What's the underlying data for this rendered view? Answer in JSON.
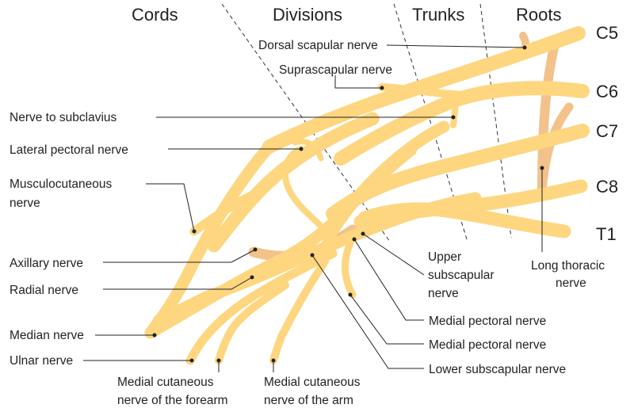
{
  "headers": {
    "cords": "Cords",
    "divisions": "Divisions",
    "trunks": "Trunks",
    "roots": "Roots"
  },
  "roots": {
    "c5": "C5",
    "c6": "C6",
    "c7": "C7",
    "c8": "C8",
    "t1": "T1"
  },
  "labels": {
    "dorsal_scapular": "Dorsal scapular nerve",
    "suprascapular": "Suprascapular nerve",
    "nerve_to_subclavius": "Nerve to subclavius",
    "lateral_pectoral": "Lateral pectoral nerve",
    "musculocutaneous_1": "Musculocutaneous",
    "musculocutaneous_2": "nerve",
    "axillary": "Axillary nerve",
    "radial": "Radial nerve",
    "median": "Median nerve",
    "ulnar": "Ulnar nerve",
    "mc_forearm_1": "Medial cutaneous",
    "mc_forearm_2": "nerve of the forearm",
    "mc_arm_1": "Medial cutaneous",
    "mc_arm_2": "nerve of the arm",
    "upper_subscap_1": "Upper",
    "upper_subscap_2": "subscapular",
    "upper_subscap_3": "nerve",
    "long_thoracic_1": "Long thoracic",
    "long_thoracic_2": "nerve",
    "medial_pectoral_a": "Medial pectoral nerve",
    "medial_pectoral_b": "Medial pectoral nerve",
    "lower_subscap": "Lower subscapular nerve"
  },
  "colors": {
    "nerve": "#fdd67f",
    "nerve_posterior": "#f2c28a",
    "text": "#222222"
  }
}
